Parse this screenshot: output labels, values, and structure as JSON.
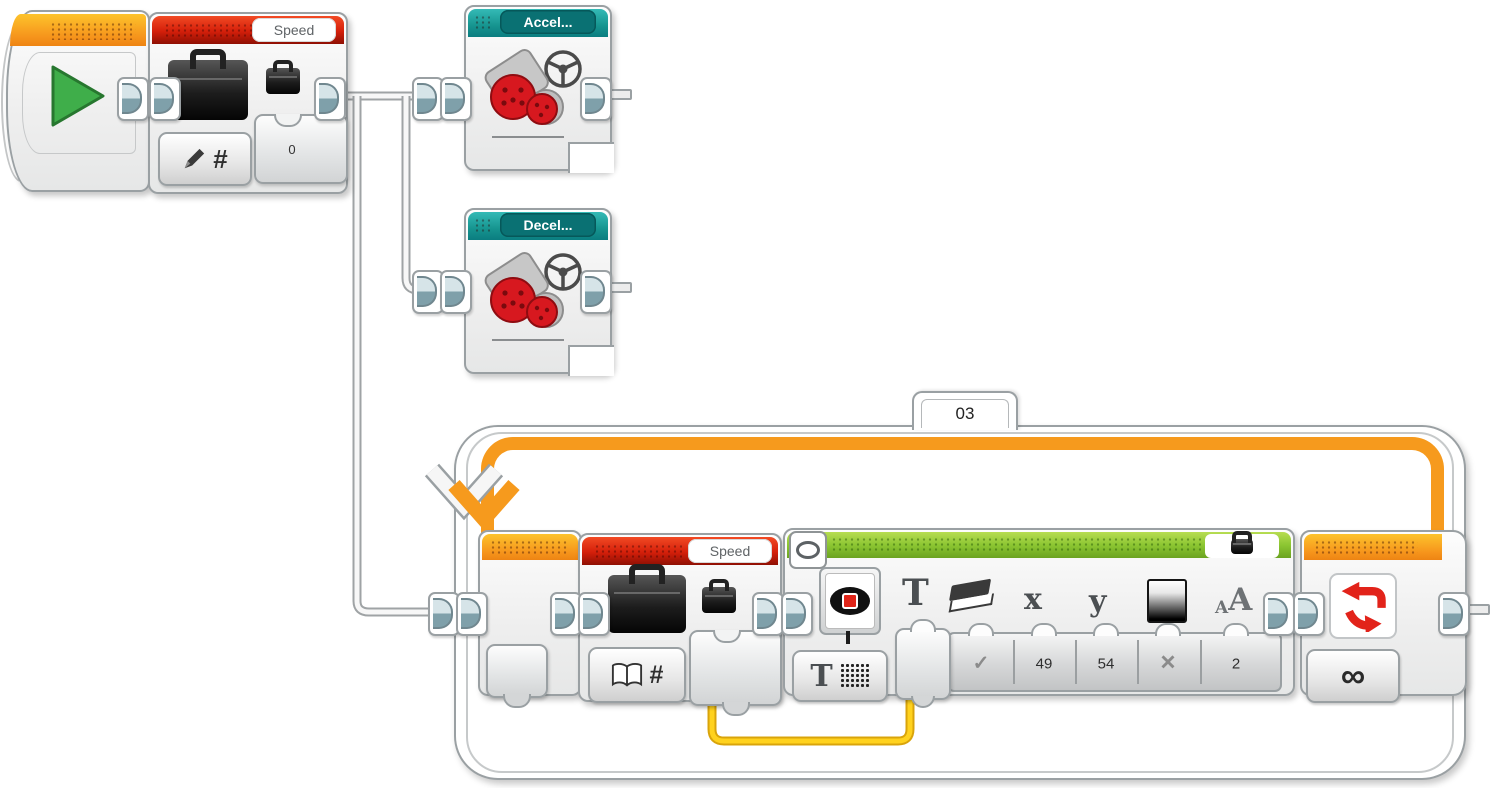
{
  "environment": "LEGO MINDSTORMS EV3 program canvas",
  "start_block": {},
  "variable_write_block": {
    "label": "Speed",
    "value": "0",
    "hash": "#"
  },
  "accel_block": {
    "label": "Accel..."
  },
  "decel_block": {
    "label": "Decel..."
  },
  "loop_block": {
    "label": "03",
    "infinity_mode": "∞"
  },
  "variable_read_block": {
    "label": "Speed",
    "hash": "#"
  },
  "display_block": {
    "mode_letter": "T",
    "icon_text": "T",
    "icon_x": "x",
    "icon_y": "y",
    "icon_font_small": "A",
    "icon_font_big": "A",
    "param_clear": "✓",
    "param_x": "49",
    "param_y": "54",
    "param_color": "×",
    "param_font": "2"
  },
  "colors": {
    "header_orange": "#f6951c",
    "header_red": "#d41f0a",
    "header_teal": "#0f8588",
    "header_green": "#8cc632",
    "loop_rail_orange": "#f69a1d",
    "data_wire_yellow": "#ffd21e",
    "sequence_wire_grey": "#9fa3a5",
    "loop_icon_red": "#e2231a",
    "start_triangle_green": "#3fae4a"
  }
}
